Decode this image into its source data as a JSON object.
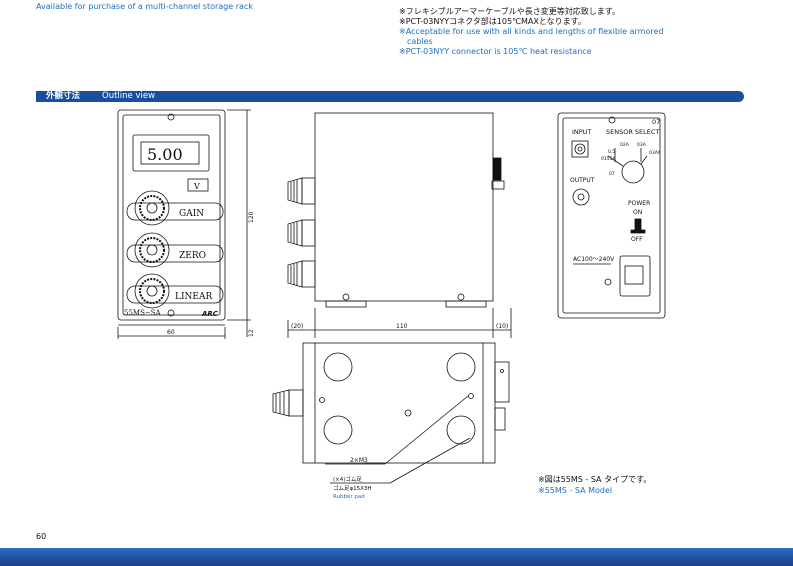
{
  "top_note": "Available for purchase of a multi-channel storage rack",
  "notes": {
    "jp_line1": "※フレキシブルアーマーケーブルや長さ変更等対応致します。",
    "jp_line2": "※PCT-03NYYコネクタ部は105℃MAXとなります。",
    "en_line1": "※Acceptable for use with all kinds and lengths of flexible armored",
    "en_line1b": "cables",
    "en_line2": "※PCT-03NYY connector is 105℃ heat resistance"
  },
  "section": {
    "title_jp": "外観寸法",
    "title_en": "Outline view"
  },
  "front_view": {
    "display_value": "5.00",
    "unit_label": "V",
    "knob_labels": [
      "GAIN",
      "ZERO",
      "LINEAR"
    ],
    "model_label": "55MS−SA",
    "brand_label": "ARC",
    "dim_height": "120",
    "dim_width": "60",
    "dim_depth_small": "12"
  },
  "side_view": {
    "dim_left": "(20)",
    "dim_body": "110",
    "dim_right": "(10)"
  },
  "rear_view": {
    "input_label": "INPUT",
    "sensor_select_label": "SENSOR SELECT",
    "code_label": "07",
    "output_label": "OUTPUT",
    "switch_positions": [
      "02A",
      "03A",
      "015SA",
      "03AY",
      "0.5",
      "07"
    ],
    "power_label": "POWER",
    "on_label": "ON",
    "off_label": "OFF",
    "ac_label": "AC100〜240V"
  },
  "bottom_view": {
    "screw_label": "2×M3",
    "pad_label_count": "(×4)ゴム足",
    "pad_label_size": "ゴム足φ15X3H",
    "pad_label_en": "Rubber pad"
  },
  "figure_note": {
    "jp": "※図は55MS - SA タイプです。",
    "en": "※55MS - SA Model"
  },
  "page_number": "60"
}
